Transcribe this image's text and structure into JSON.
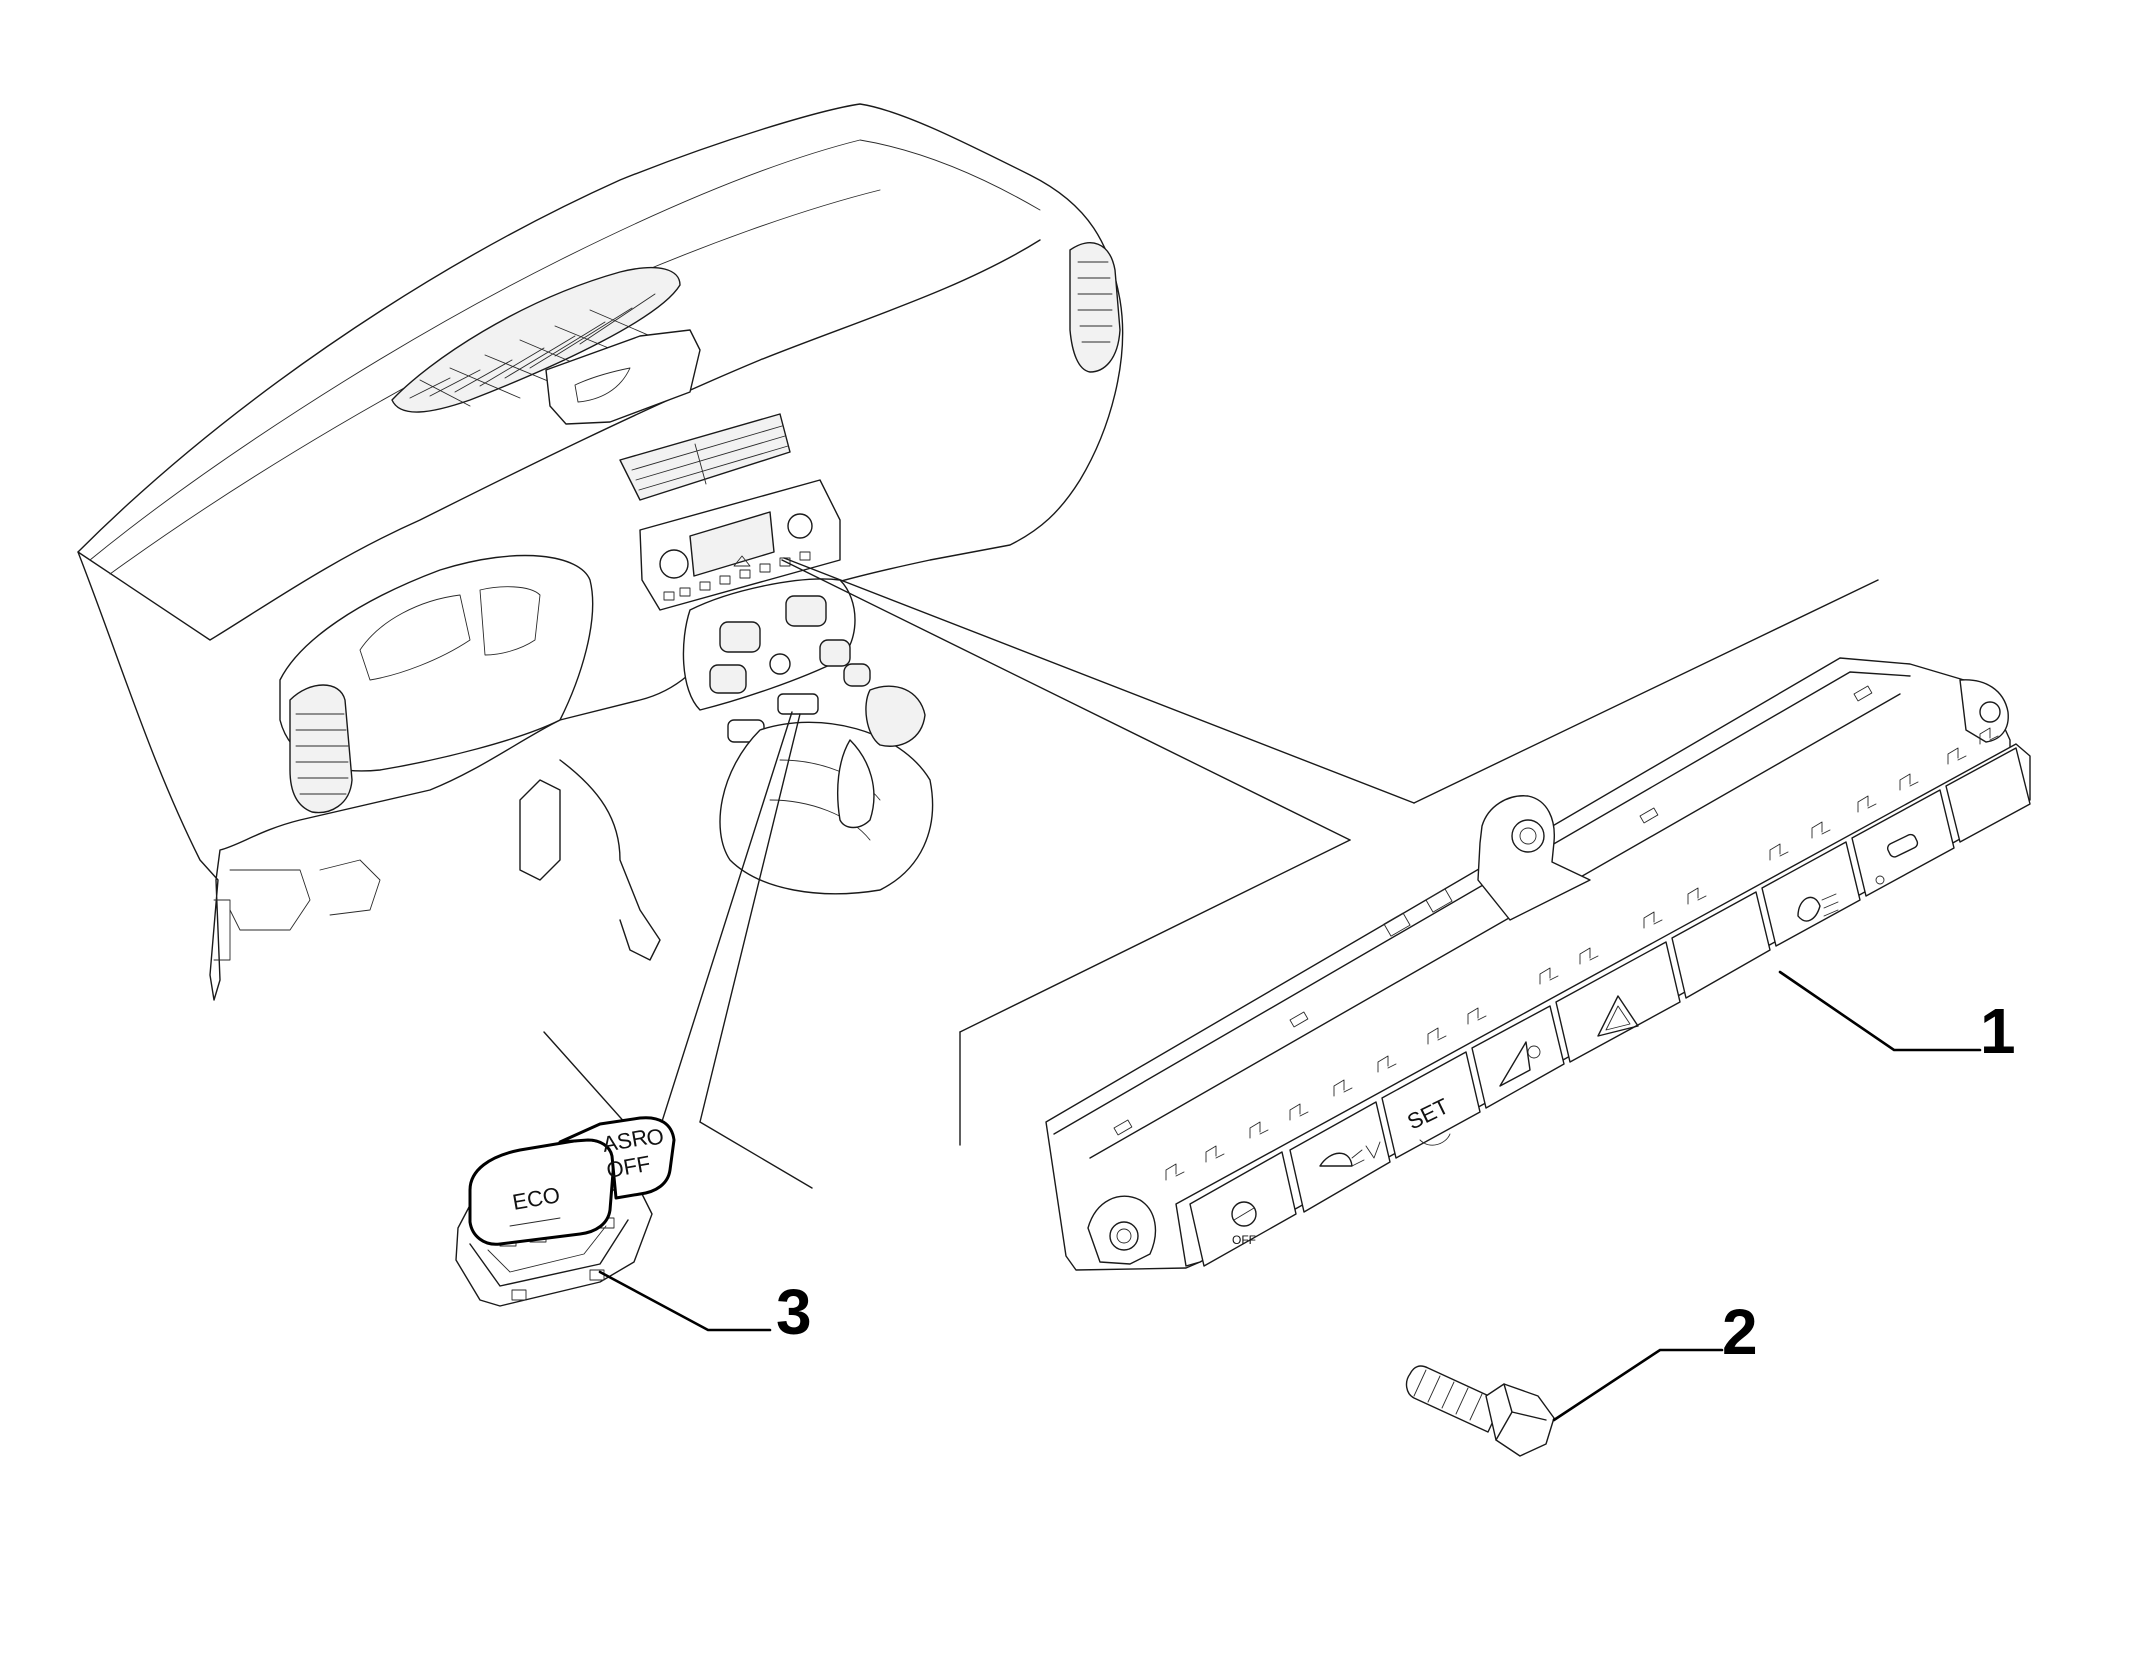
{
  "callouts": {
    "item1": "1",
    "item2": "2",
    "item3": "3"
  },
  "switch_labels": {
    "eco": "ECO",
    "asr": "ASR",
    "off": "OFF",
    "o_mark": "O",
    "set": "SET",
    "off_small": "OFF"
  },
  "icons": [
    "dashboard-illustration",
    "switch-panel-illustration",
    "bolt-illustration",
    "eco-asr-switch-illustration",
    "hazard-triangle-icon",
    "fog-light-icon",
    "rear-defrost-icon",
    "headlight-level-icon",
    "steering-off-icon"
  ],
  "colors": {
    "line": "#000000",
    "background": "#ffffff"
  }
}
